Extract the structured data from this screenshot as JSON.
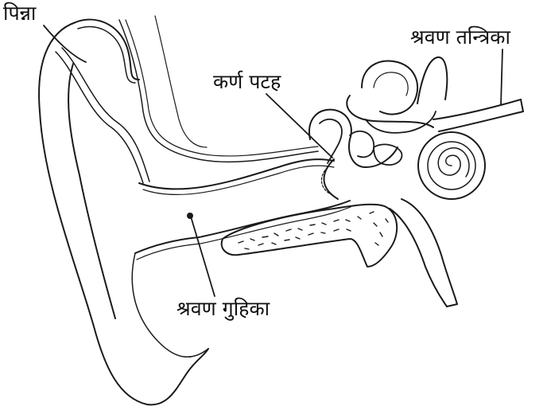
{
  "diagram": {
    "labels": {
      "pinna": "पिन्ना",
      "auditory_nerve": "श्रवण तन्त्रिका",
      "ear_drum": "कर्ण पटह",
      "auditory_canal": "श्रवण गुहिका"
    },
    "colors": {
      "line": "#1a1a1a",
      "background": "#ffffff"
    }
  }
}
